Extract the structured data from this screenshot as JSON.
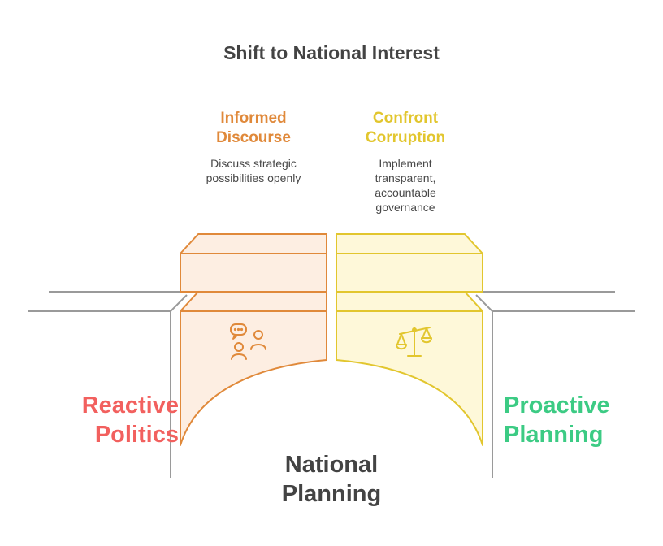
{
  "title": "Shift to National Interest",
  "left_block": {
    "heading": "Informed\nDiscourse",
    "description": "Discuss strategic\npossibilities openly",
    "icon": "people-chat-icon",
    "color": "#E0893A",
    "fill": "#FDEEE2"
  },
  "right_block": {
    "heading": "Confront\nCorruption",
    "description": "Implement\ntransparent,\naccountable\ngovernance",
    "icon": "scales-icon",
    "color": "#E2C62E",
    "fill": "#FEF8D9"
  },
  "left_side_label": "Reactive\nPolitics",
  "right_side_label": "Proactive\nPlanning",
  "center_label": "National\nPlanning",
  "colors": {
    "left_side": "#F2605E",
    "right_side": "#3CCB84",
    "road": "#9A9A9A",
    "title": "#434343"
  }
}
